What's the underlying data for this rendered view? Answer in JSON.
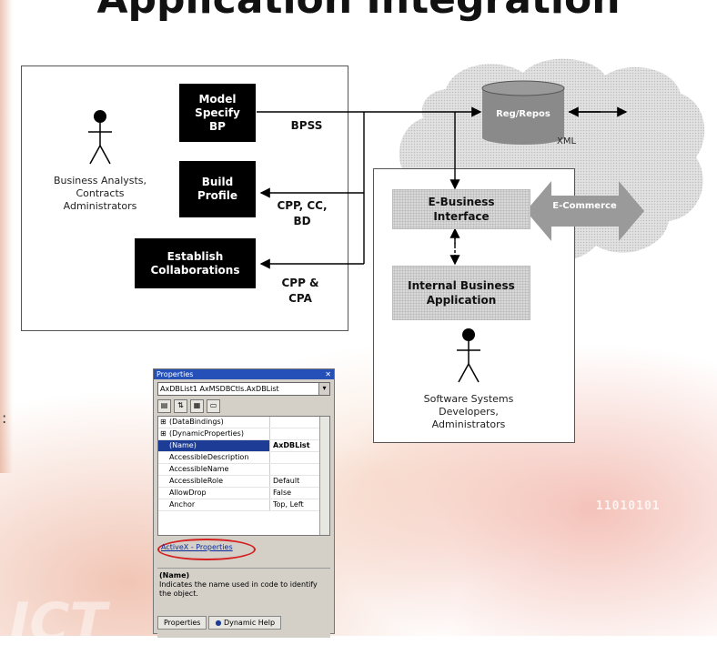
{
  "title": "Application Integration",
  "left_actor": {
    "lines": [
      "Business Analysts,",
      "Contracts",
      "Administrators"
    ]
  },
  "right_actor": {
    "lines": [
      "Software Systems",
      "Developers,",
      "Administrators"
    ]
  },
  "blocks": {
    "model": [
      "Model",
      "Specify",
      "BP"
    ],
    "build": [
      "Build",
      "Profile"
    ],
    "establish": [
      "Establish",
      "Collaborations"
    ]
  },
  "labels": {
    "bpss": "BPSS",
    "cpp_cc": [
      "CPP, CC,",
      "BD"
    ],
    "cpp_cpa": [
      "CPP &",
      "CPA"
    ],
    "reg": "Reg/Repos",
    "xml": "XML",
    "ecommerce": "E-Commerce"
  },
  "grey_boxes": {
    "ebusiness": [
      "E-Business",
      "Interface"
    ],
    "internal": [
      "Internal Business",
      "Application"
    ]
  },
  "side_text": {
    "binary": "11010101",
    "ghost": "ICT",
    "left_edge_mark": ":"
  },
  "properties_panel": {
    "title": "Properties",
    "title_icons": "✕",
    "object": "AxDBList1  AxMSDBCtls.AxDBList",
    "rows": [
      {
        "key": "(DataBindings)",
        "val": "",
        "plus": true
      },
      {
        "key": "(DynamicProperties)",
        "val": "",
        "plus": true
      },
      {
        "key": "(Name)",
        "val": "AxDBList",
        "selected": true
      },
      {
        "key": "AccessibleDescription",
        "val": ""
      },
      {
        "key": "AccessibleName",
        "val": ""
      },
      {
        "key": "AccessibleRole",
        "val": "Default"
      },
      {
        "key": "AllowDrop",
        "val": "False"
      },
      {
        "key": "Anchor",
        "val": "Top, Left"
      }
    ],
    "link": "ActiveX - Properties",
    "desc_title": "(Name)",
    "desc_text": "Indicates the name used in code to identify the object.",
    "tabs": [
      "Properties",
      "Dynamic Help"
    ]
  }
}
